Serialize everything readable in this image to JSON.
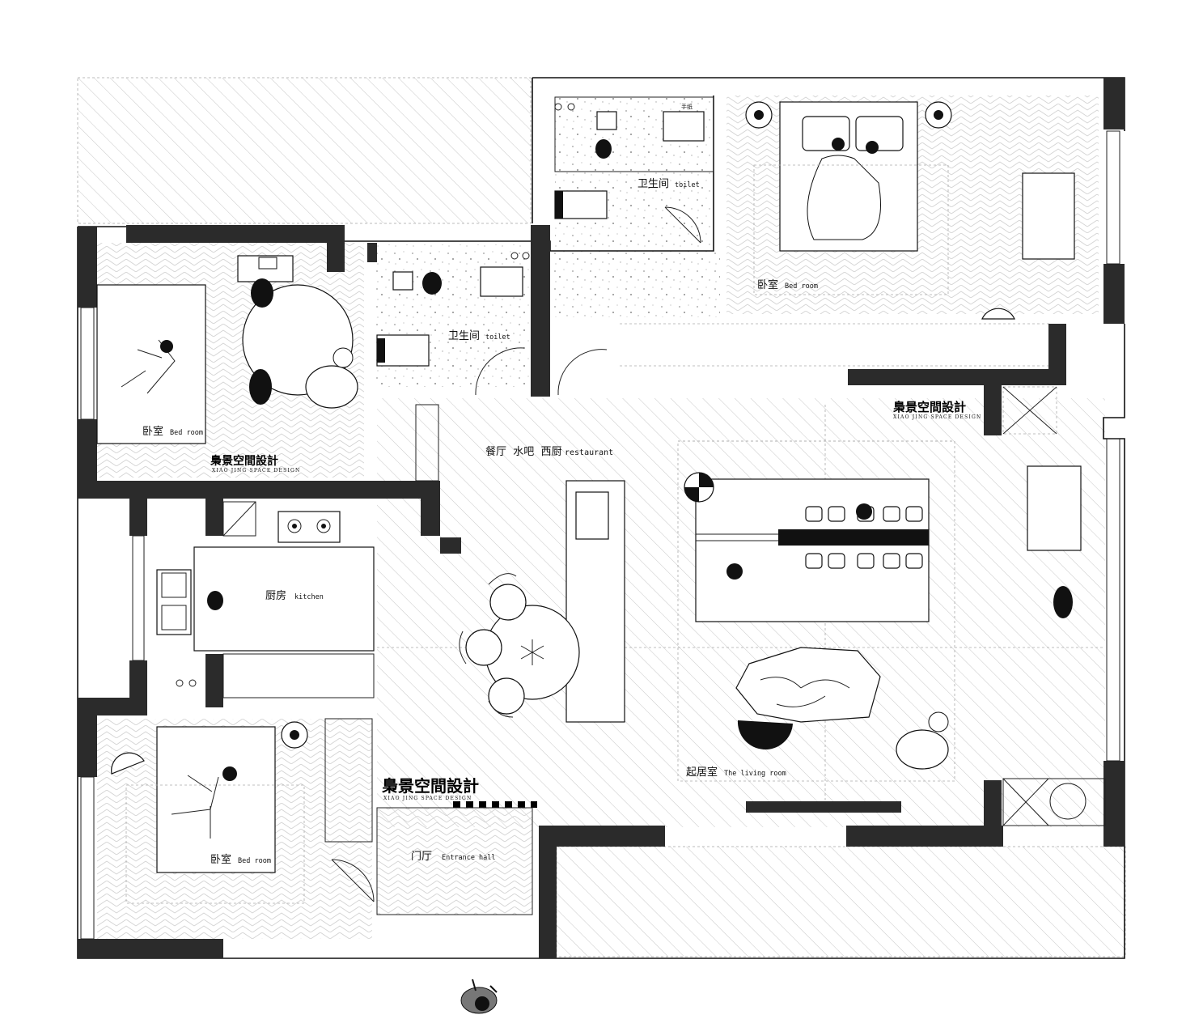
{
  "rooms": {
    "bedroom_nw": {
      "zh": "卧室",
      "en": "Bed room"
    },
    "bedroom_ne": {
      "zh": "卧室",
      "en": "Bed room"
    },
    "bedroom_sw": {
      "zh": "卧室",
      "en": "Bed room"
    },
    "toilet_1": {
      "zh": "卫生间",
      "en": "toilet"
    },
    "toilet_2": {
      "zh": "卫生间",
      "en": "toilet"
    },
    "restaurant": {
      "zh": "餐厅  水吧  西厨",
      "en": "restaurant"
    },
    "kitchen": {
      "zh": "厨房",
      "en": "kitchen"
    },
    "living": {
      "zh": "起居室",
      "en": "The living room"
    },
    "entrance": {
      "zh": "门厅",
      "en": "Entrance hall"
    }
  },
  "brand": {
    "name": "梟景空間設計",
    "sub": "XIAO JING SPACE DESIGN"
  },
  "toilet_fixture_label": "手纸"
}
